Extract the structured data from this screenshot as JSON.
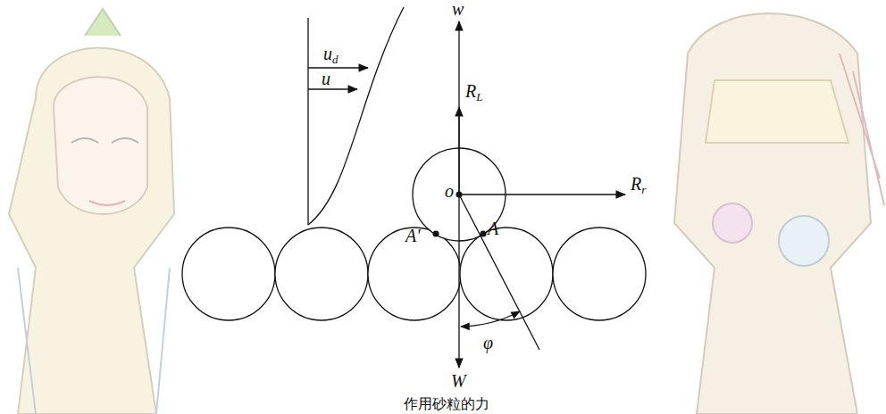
{
  "diagram": {
    "caption": "作用砂粒的力",
    "labels": [
      "w",
      "ud",
      "u",
      "RL",
      "o",
      "Rr",
      "A'",
      "A",
      "φ",
      "W"
    ]
  }
}
